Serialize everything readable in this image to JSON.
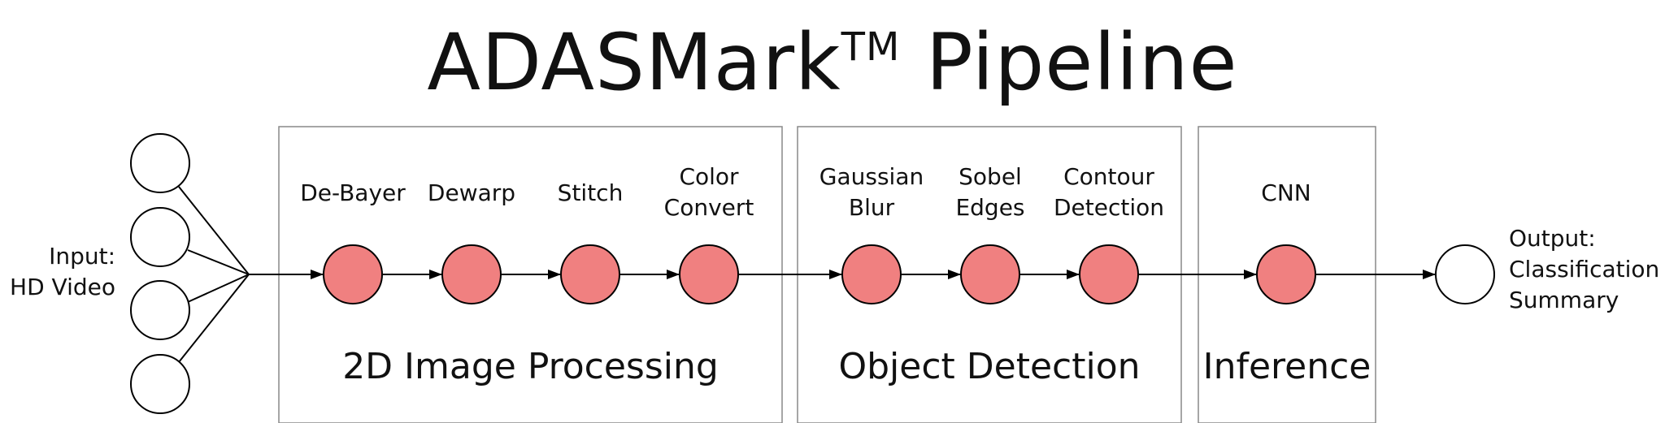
{
  "title": {
    "main": "ADASMark",
    "mark": "TM",
    "rest": " Pipeline"
  },
  "input_label": "Input:\nHD Video",
  "output_label": "Output:\nClassification\nSummary",
  "groups": [
    {
      "label": "2D Image Processing"
    },
    {
      "label": "Object Detection"
    },
    {
      "label": "Inference"
    }
  ],
  "steps": [
    {
      "label": "De-Bayer"
    },
    {
      "label": "Dewarp"
    },
    {
      "label": "Stitch"
    },
    {
      "label": "Color\nConvert"
    },
    {
      "label": "Gaussian\nBlur"
    },
    {
      "label": "Sobel\nEdges"
    },
    {
      "label": "Contour\nDetection"
    },
    {
      "label": "CNN"
    }
  ],
  "colors": {
    "node_fill": "#f08080",
    "stroke": "#000000",
    "box_stroke": "#888888"
  }
}
